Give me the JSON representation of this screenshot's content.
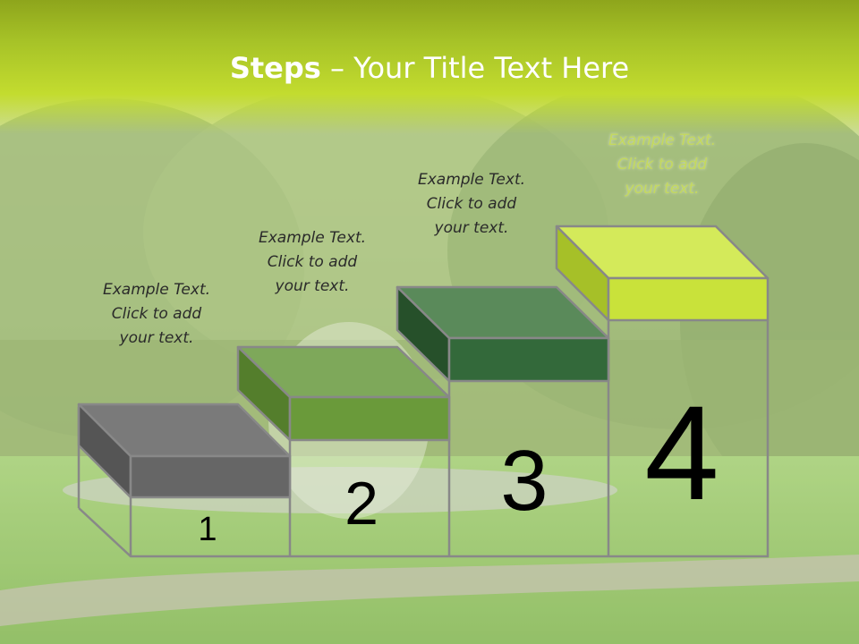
{
  "slide": {
    "title_bold": "Steps",
    "title_rest": " – Your Title Text Here",
    "steps": [
      {
        "number": "1",
        "caption_lines": [
          "Example Text.",
          "Click  to add",
          "your text."
        ],
        "color_top": "#7a7a7a",
        "color_front": "#666666",
        "color_side": "#555555"
      },
      {
        "number": "2",
        "caption_lines": [
          "Example Text.",
          "Click  to add",
          "your text."
        ],
        "color_top": "#7ea85a",
        "color_front": "#6a9a3a",
        "color_side": "#547e2c"
      },
      {
        "number": "3",
        "caption_lines": [
          "Example Text.",
          "Click  to add",
          "your text."
        ],
        "color_top": "#5a8a5a",
        "color_front": "#33693a",
        "color_side": "#26502a"
      },
      {
        "number": "4",
        "caption_lines": [
          "Example Text.",
          "Click  to add",
          "your text."
        ],
        "color_top": "#d4ea5a",
        "color_front": "#c9e23a",
        "color_side": "#a6c028"
      }
    ]
  }
}
